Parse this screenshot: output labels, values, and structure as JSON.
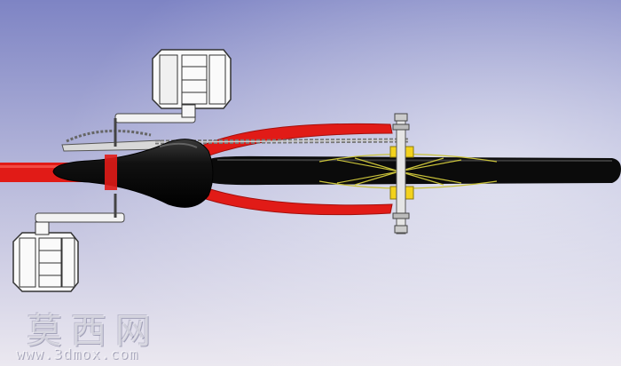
{
  "scene": {
    "subject": "bicycle-cad-top-view",
    "background_top": "#7e84c4",
    "background_bottom": "#e6e4ee",
    "frame_color": "#e11b17",
    "tire_color": "#0b0b0b",
    "saddle_color": "#080808",
    "hub_color": "#f3d21c",
    "spoke_color": "#c9c23a"
  },
  "watermark": {
    "chinese": "莫西网",
    "url": "www.3dmox.com"
  }
}
